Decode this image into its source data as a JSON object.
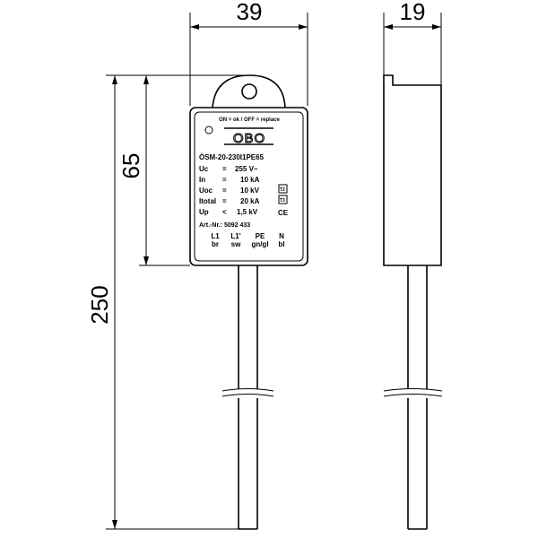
{
  "dimensions": {
    "width": "39",
    "depth": "19",
    "total_height": "250",
    "body_height": "65"
  },
  "label": {
    "status": "ON = ok  /  OFF = replace",
    "brand": "OBO",
    "model": "ÖSM-20-230I1PE65",
    "specs": [
      {
        "sym": "Uc",
        "op": "=",
        "val": "255 V~"
      },
      {
        "sym": "In",
        "op": "=",
        "val": "10 kA"
      },
      {
        "sym": "Uoc",
        "op": "=",
        "val": "10 kV"
      },
      {
        "sym": "Itotal",
        "op": "=",
        "val": "20 kA"
      },
      {
        "sym": "Up",
        "op": "<",
        "val": "1,5 kV"
      }
    ],
    "types": [
      "T2",
      "T3"
    ],
    "ce": "CE",
    "art_nr": "Art.-Nr.: 5092 433",
    "terminals": [
      {
        "name": "L1",
        "color": "br"
      },
      {
        "name": "L1'",
        "color": "sw"
      },
      {
        "name": "PE",
        "color": "gn/gl"
      },
      {
        "name": "N",
        "color": "bl"
      }
    ]
  }
}
